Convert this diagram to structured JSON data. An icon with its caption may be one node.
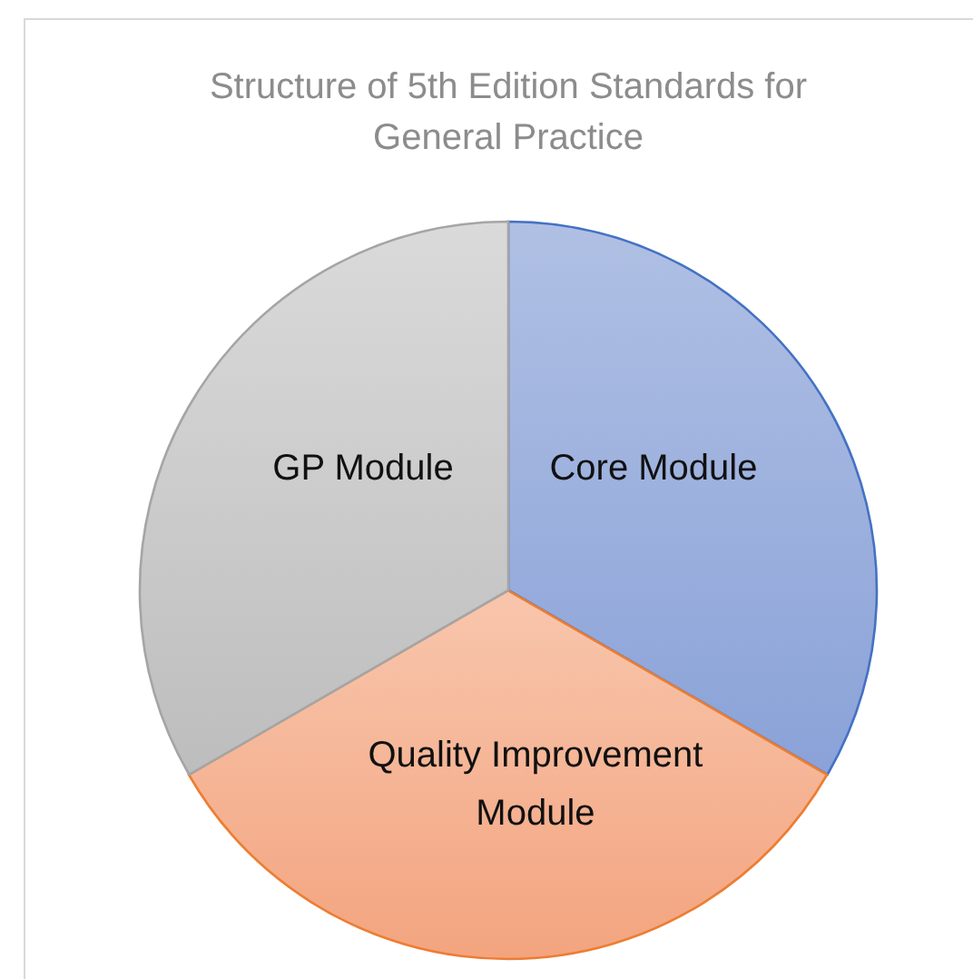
{
  "diagram": {
    "title": "Structure of 5th Edition Standards for General Practice",
    "nodes": [
      {
        "text": [
          "Core Module"
        ]
      },
      {
        "text": [
          "Quality Improvement Module"
        ]
      },
      {
        "text": [
          "GP Module"
        ]
      }
    ],
    "edges": []
  }
}
